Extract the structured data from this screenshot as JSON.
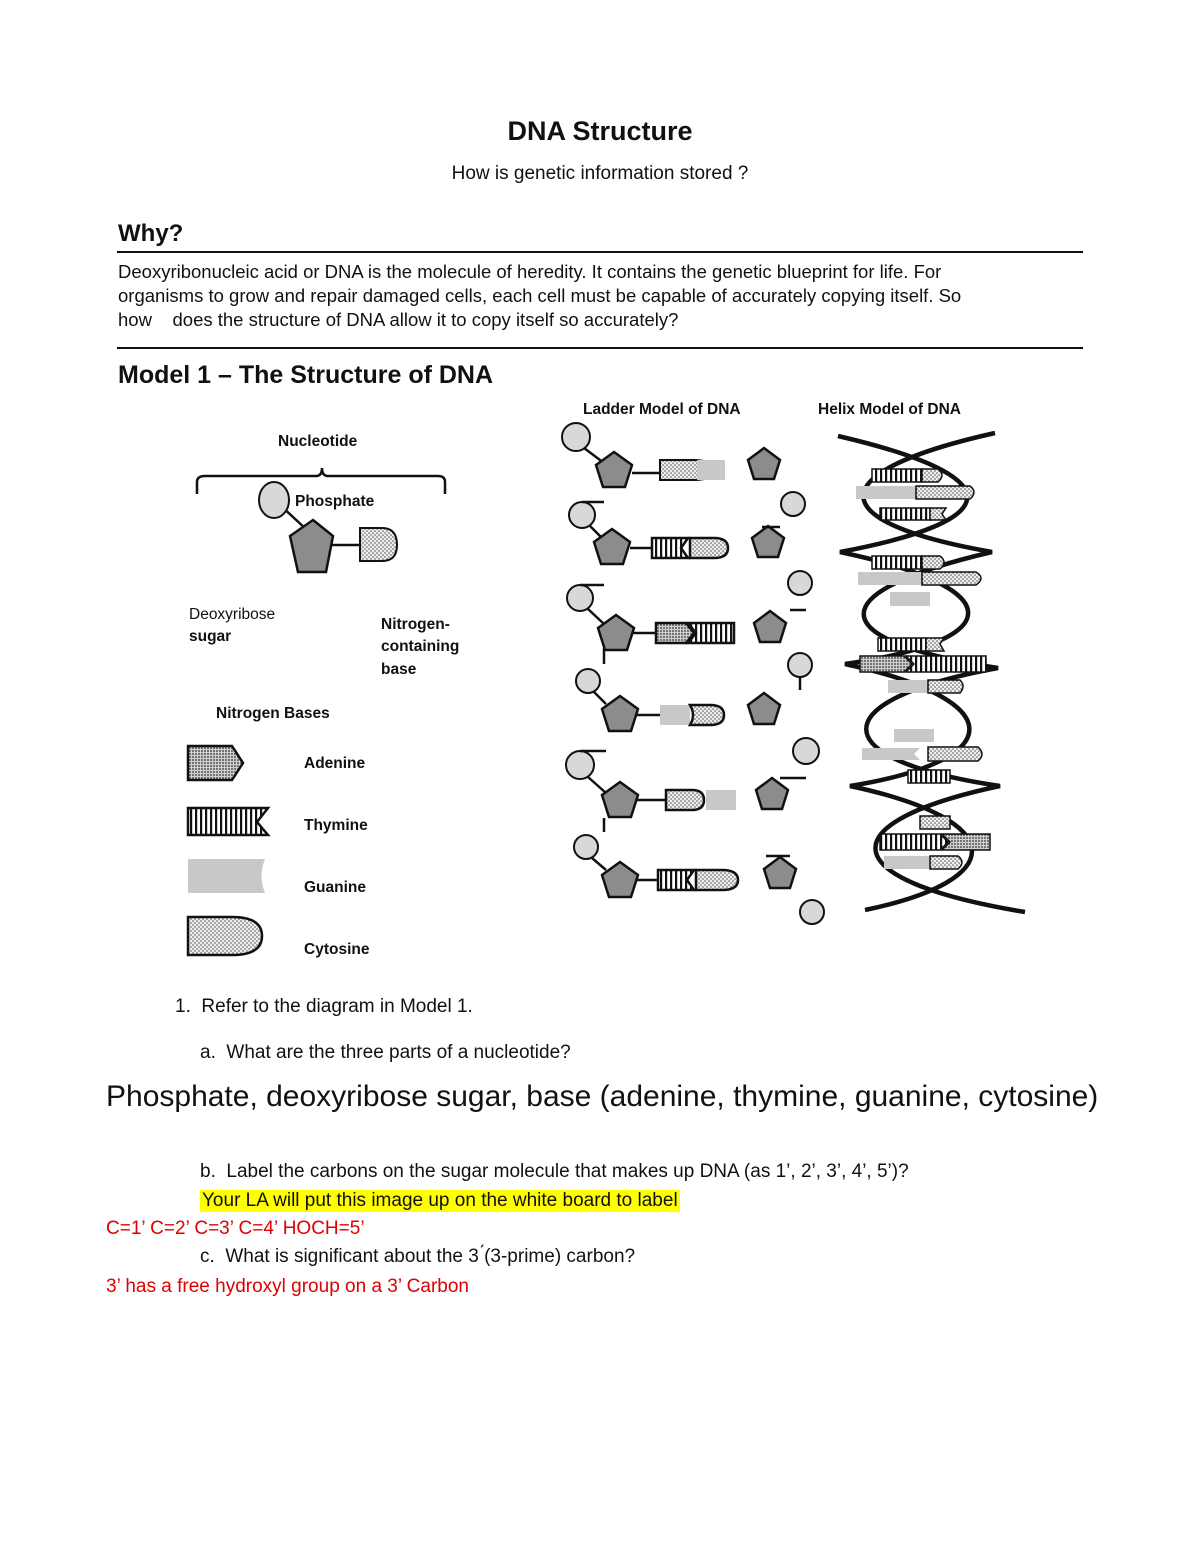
{
  "header": {
    "title": "DNA Structure",
    "subtitle": "How is genetic information stored ?"
  },
  "why": {
    "heading": "Why?",
    "lines": [
      "Deoxyribonucleic acid or DNA is the molecule of heredity. It contains the genetic blueprint for life. For",
      "organisms to grow and repair damaged cells, each cell must be capable of accurately copying itself. So",
      "how    does the structure of DNA allow it to copy itself so accurately?"
    ]
  },
  "model": {
    "heading": "Model 1 – The Structure of DNA",
    "ladder_label": "Ladder Model of DNA",
    "helix_label": "Helix Model of DNA",
    "nucleotide_label": "Nucleotide",
    "phosphate_label": "Phosphate",
    "sugar_label_1": "Deoxyribose",
    "sugar_label_2": "sugar",
    "base_label_1": "Nitrogen-",
    "base_label_2": "containing",
    "base_label_3": "base",
    "bases_heading": "Nitrogen Bases",
    "bases": [
      "Adenine",
      "Thymine",
      "Guanine",
      "Cytosine"
    ]
  },
  "questions": {
    "q1": "1.  Refer to the diagram in Model 1.",
    "q1a": "a.  What are the three parts of a nucleotide?",
    "q1a_answer": "Phosphate, deoxyribose sugar, base (adenine, thymine, guanine, cytosine)",
    "q1b": "b.  Label the carbons on the sugar molecule that makes up DNA (as 1’, 2’, 3’, 4’, 5’)?",
    "q1b_note": "Your LA will put this image up on the white board to label",
    "q1b_answer": "C=1’ C=2’ C=3’ C=4’ HOCH=5’",
    "q1c": "c.  What is significant about the 3 ́(3-prime) carbon?",
    "q1c_answer": "3’ has a free hydroxyl group on a 3’ Carbon"
  },
  "colors": {
    "text": "#111111",
    "answer_red": "#e00000",
    "highlight": "#ffff00",
    "sugar_gray": "#8c8c8c",
    "phosphate_gray": "#d8d8d8",
    "guanine_gray": "#c8c8c8"
  }
}
